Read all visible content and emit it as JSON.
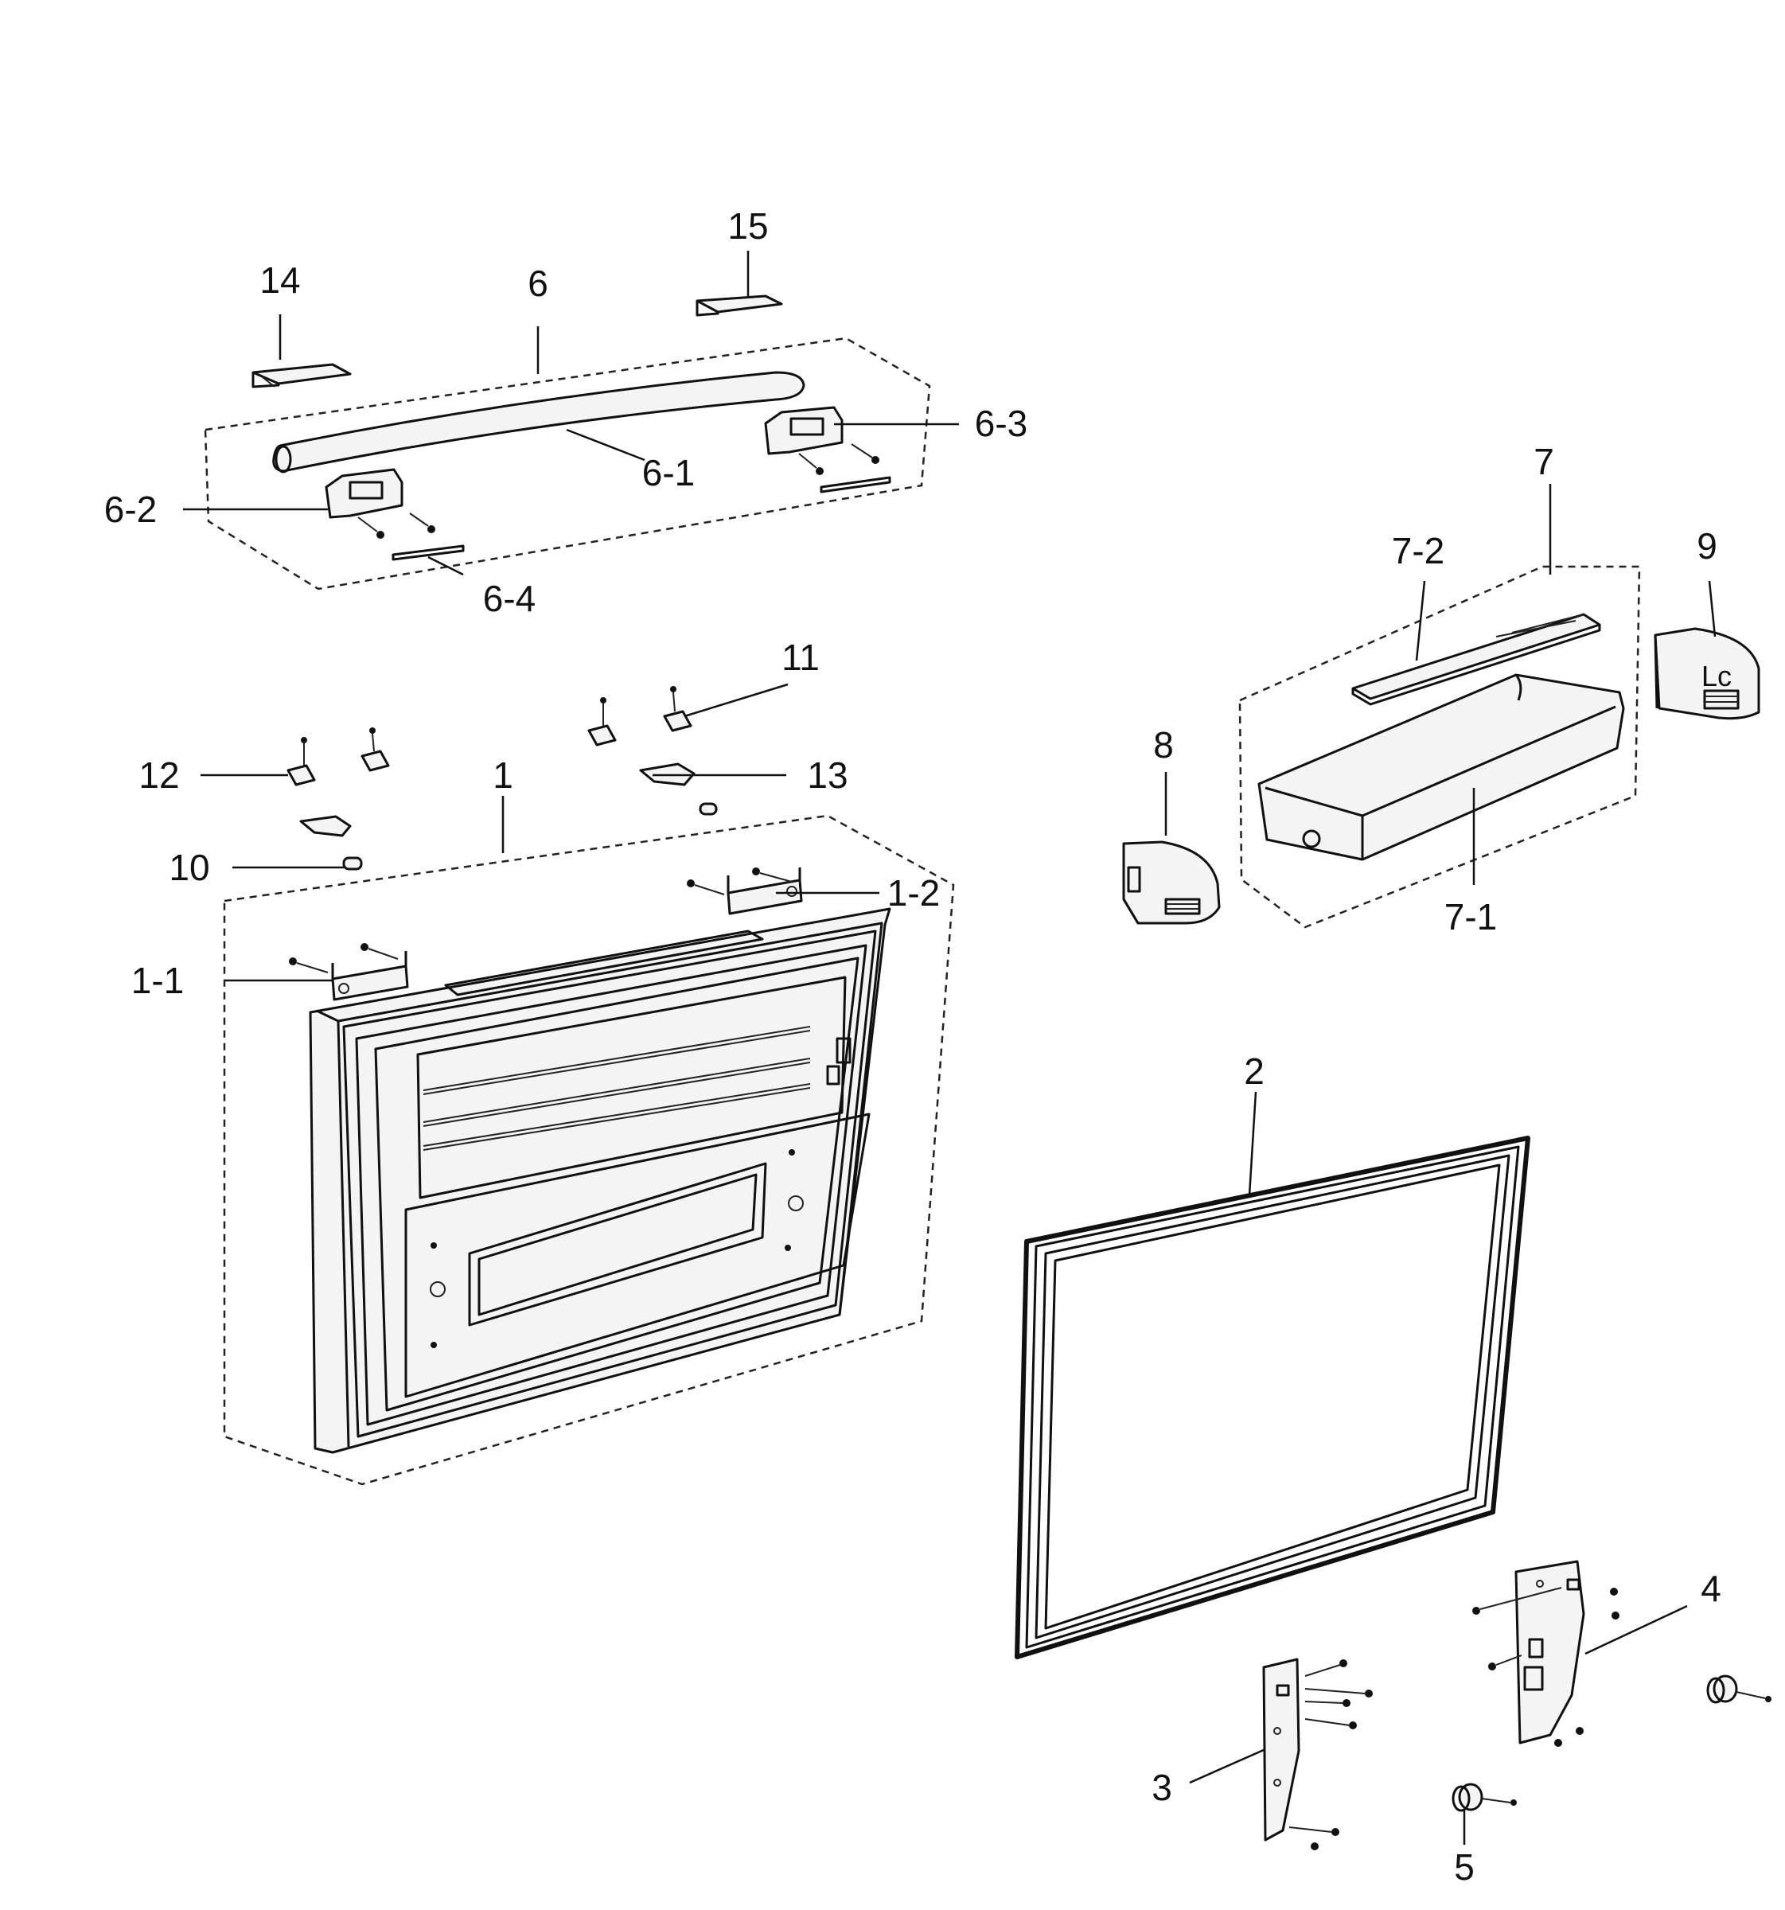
{
  "callouts": {
    "c1": "1",
    "c1_1": "1-1",
    "c1_2": "1-2",
    "c2": "2",
    "c3": "3",
    "c4": "4",
    "c5": "5",
    "c6": "6",
    "c6_1": "6-1",
    "c6_2": "6-2",
    "c6_3": "6-3",
    "c6_4": "6-4",
    "c7": "7",
    "c7_1": "7-1",
    "c7_2": "7-2",
    "c8": "8",
    "c9": "9",
    "c10": "10",
    "c11": "11",
    "c12": "12",
    "c13": "13",
    "c14": "14",
    "c15": "15"
  },
  "cover_mark": "Lc"
}
